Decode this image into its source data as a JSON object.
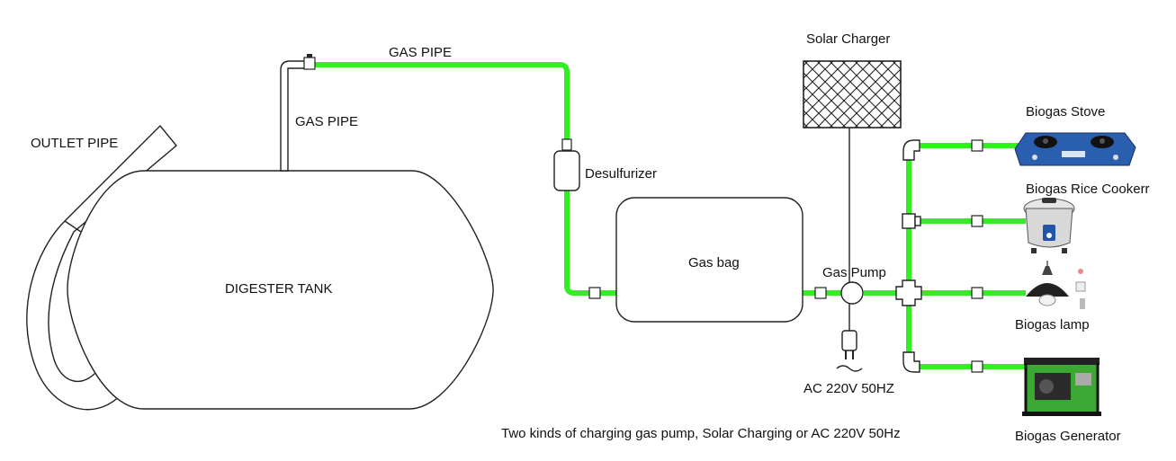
{
  "labels": {
    "outlet_pipe": "OUTLET PIPE",
    "gas_pipe_vertical": "GAS PIPE",
    "gas_pipe_top": "GAS PIPE",
    "digester_tank": "DIGESTER TANK",
    "desulfurizer": "Desulfurizer",
    "gas_bag": "Gas bag",
    "solar_charger": "Solar Charger",
    "gas_pump": "Gas Pump",
    "ac_power": "AC 220V 50HZ",
    "biogas_stove": "Biogas Stove",
    "biogas_rice_cooker": "Biogas Rice Cookerr",
    "biogas_lamp": "Biogas lamp",
    "biogas_generator": "Biogas Generator"
  },
  "caption": "Two kinds of charging gas pump, Solar Charging or AC 220V 50Hz",
  "colors": {
    "pipe": "#33ee22",
    "outline": "#222222",
    "stove_body": "#2a5fb0",
    "generator_body": "#3aa832"
  },
  "icons": [
    "stove-icon",
    "rice-cooker-icon",
    "lamp-icon",
    "generator-icon",
    "plug-icon",
    "valve-icon"
  ]
}
